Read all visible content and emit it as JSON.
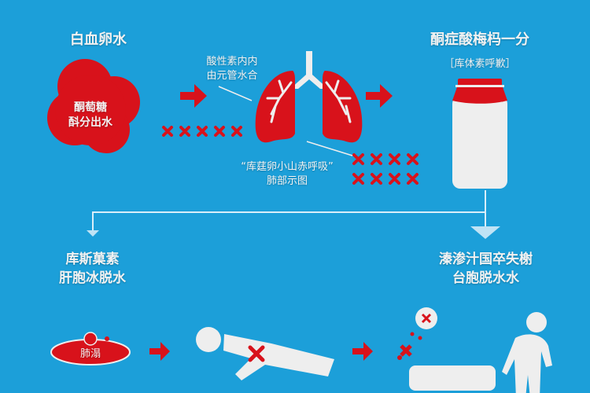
{
  "colors": {
    "background": "#1c9fd9",
    "accent": "#d8121b",
    "figure": "#eeeeee"
  },
  "top_left": {
    "title": "白血卵水",
    "blob_line1": "酮萄糖",
    "blob_line2": "酙分出水"
  },
  "lungs": {
    "label_top_line1": "酸性素内内",
    "label_top_line2": "由元管水合",
    "caption_line1": "“库莛卵小山赤呼吸”",
    "caption_line2": "肺部示图"
  },
  "top_right": {
    "title": "酮症酸梅杩一分",
    "subtitle": "［库体素呼歉］"
  },
  "bottom_left": {
    "line1": "库斯菓素",
    "line2": "肝胞冰脱水",
    "badge": "肺溻"
  },
  "bottom_right": {
    "line1": "溱渗汁国卒失榭",
    "line2": "台胞脱水水"
  }
}
